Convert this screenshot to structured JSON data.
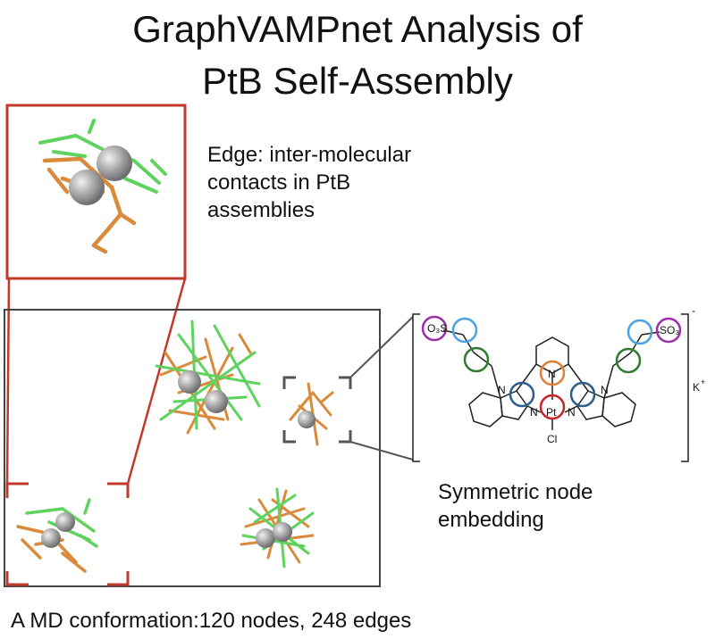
{
  "title_line1": "GraphVAMPnet Analysis of",
  "title_line2": "PtB Self-Assembly",
  "edge_annotation": {
    "line1": "Edge: inter-molecular",
    "line2": "contacts in PtB",
    "line3": "assemblies"
  },
  "node_annotation": {
    "line1": "Symmetric node",
    "line2": "embedding"
  },
  "footer": "A MD conformation:120 nodes, 248 edges",
  "molecule_labels": {
    "n": "N",
    "pt": "Pt",
    "cl": "Cl",
    "counterion": "K",
    "counterion_charge": "+",
    "sulfonate": "O₃S",
    "sulfonate_right": "SO₃",
    "charge_minus": "-"
  },
  "colors": {
    "frame_red": "#c0392b",
    "frame_gray": "#444444",
    "orange": "#d98a3a",
    "green": "#5fd35f",
    "sphere": "#a8a8a8",
    "ring_purple": "#9b30a8",
    "ring_blue": "#4aa3df",
    "ring_darkgreen": "#2e7d32",
    "ring_navy": "#2c5f8a",
    "ring_orange": "#e0813a",
    "ring_red": "#c62828"
  }
}
